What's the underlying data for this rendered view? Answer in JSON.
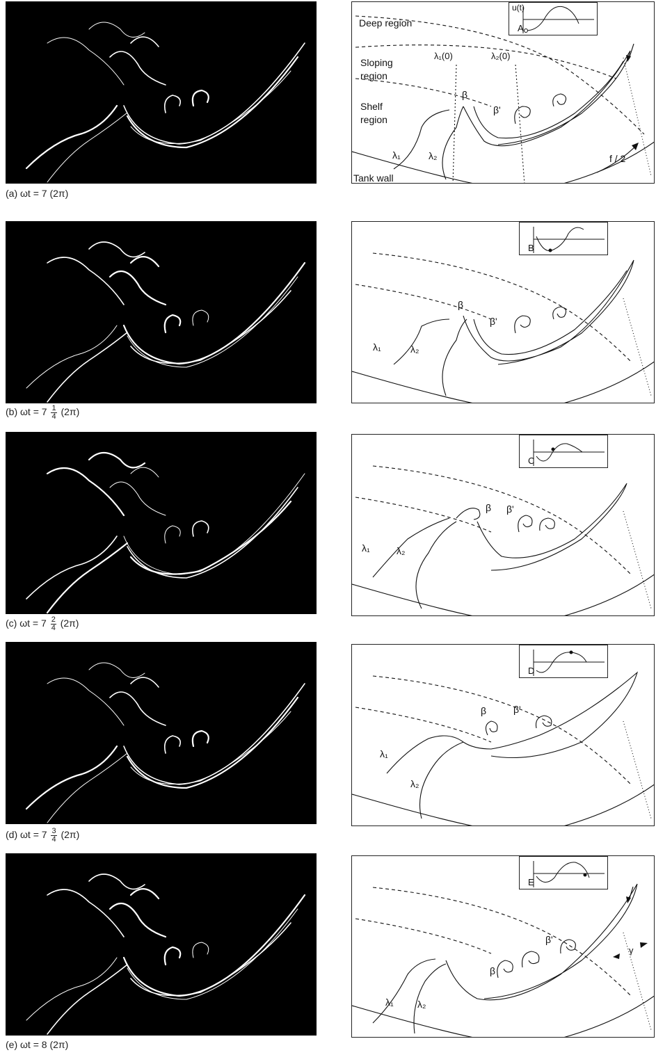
{
  "panels": [
    {
      "id": "a",
      "caption_prefix": "(a) ωt = ",
      "caption_whole": "7",
      "caption_num": "",
      "caption_den": "",
      "caption_suffix": " (2π)",
      "inset_letter": "A",
      "phase_label": "u(t)"
    },
    {
      "id": "b",
      "caption_prefix": "(b) ωt = ",
      "caption_whole": "7",
      "caption_num": "1",
      "caption_den": "4",
      "caption_suffix": " (2π)",
      "inset_letter": "B"
    },
    {
      "id": "c",
      "caption_prefix": "(c) ωt = ",
      "caption_whole": "7",
      "caption_num": "2",
      "caption_den": "4",
      "caption_suffix": " (2π)",
      "inset_letter": "C"
    },
    {
      "id": "d",
      "caption_prefix": "(d) ωt = ",
      "caption_whole": "7",
      "caption_num": "3",
      "caption_den": "4",
      "caption_suffix": " (2π)",
      "inset_letter": "D"
    },
    {
      "id": "e",
      "caption_prefix": "(e) ωt = ",
      "caption_whole": "8",
      "caption_num": "",
      "caption_den": "",
      "caption_suffix": " (2π)",
      "inset_letter": "E"
    }
  ],
  "diagram_labels": {
    "deep_region": "Deep region",
    "sloping_region_1": "Sloping",
    "sloping_region_2": "region",
    "shelf_region_1": "Shelf",
    "shelf_region_2": "region",
    "tank_wall": "Tank wall",
    "lambda1_0": "λ₁(0)",
    "lambda2_0": "λ₂(0)",
    "lambda1": "λ₁",
    "lambda2": "λ₂",
    "beta": "β",
    "beta_prime": "β'",
    "f_half": "f / 2",
    "gamma": "γ"
  },
  "colors": {
    "photo_bg": "#000000",
    "streak": "#ffffff",
    "line": "#111111"
  }
}
